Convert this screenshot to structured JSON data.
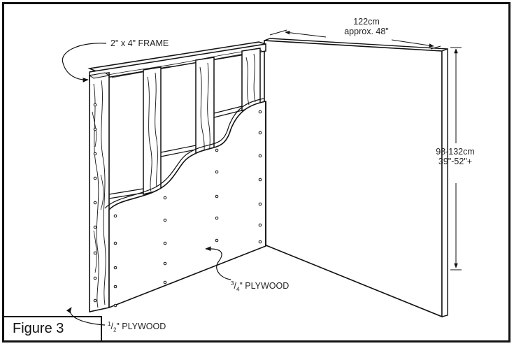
{
  "figure": {
    "caption": "Figure 3"
  },
  "labels": {
    "frame": "2\" x 4\" FRAME",
    "width_metric": "122cm",
    "width_imperial": "approx. 48\"",
    "height_metric": "98-132cm",
    "height_imperial": "39\"-52\"+",
    "plywood_right_num": "3",
    "plywood_right_den": "4",
    "plywood_right_text": "\" PLYWOOD",
    "plywood_left_num": "1",
    "plywood_left_den": "2",
    "plywood_left_text": "\" PLYWOOD"
  }
}
